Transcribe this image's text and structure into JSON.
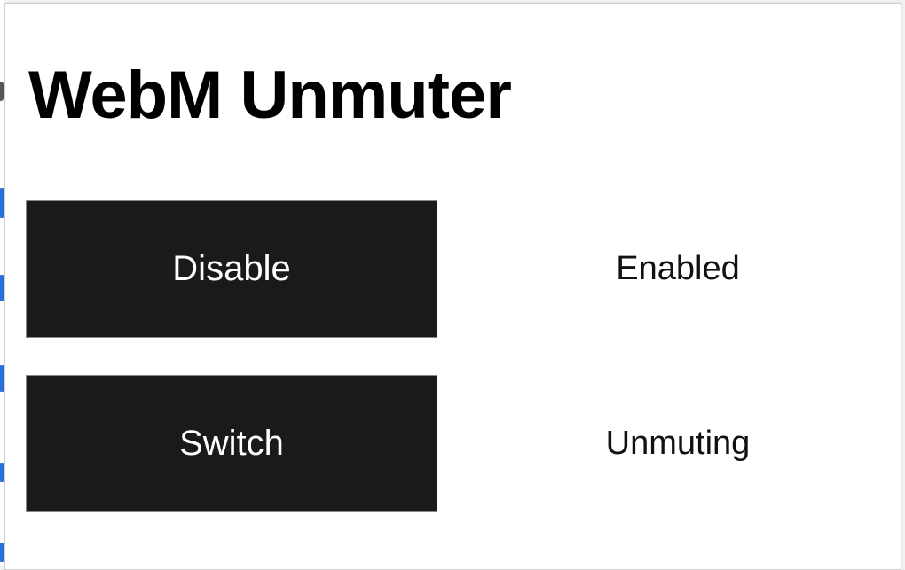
{
  "popup": {
    "title": "WebM Unmuter",
    "rows": [
      {
        "button_label": "Disable",
        "status": "Enabled"
      },
      {
        "button_label": "Switch",
        "status": "Unmuting"
      }
    ]
  },
  "colors": {
    "button_bg": "#1a1a1a",
    "button_text": "#ffffff",
    "backdrop_link": "#2a6fdb"
  }
}
